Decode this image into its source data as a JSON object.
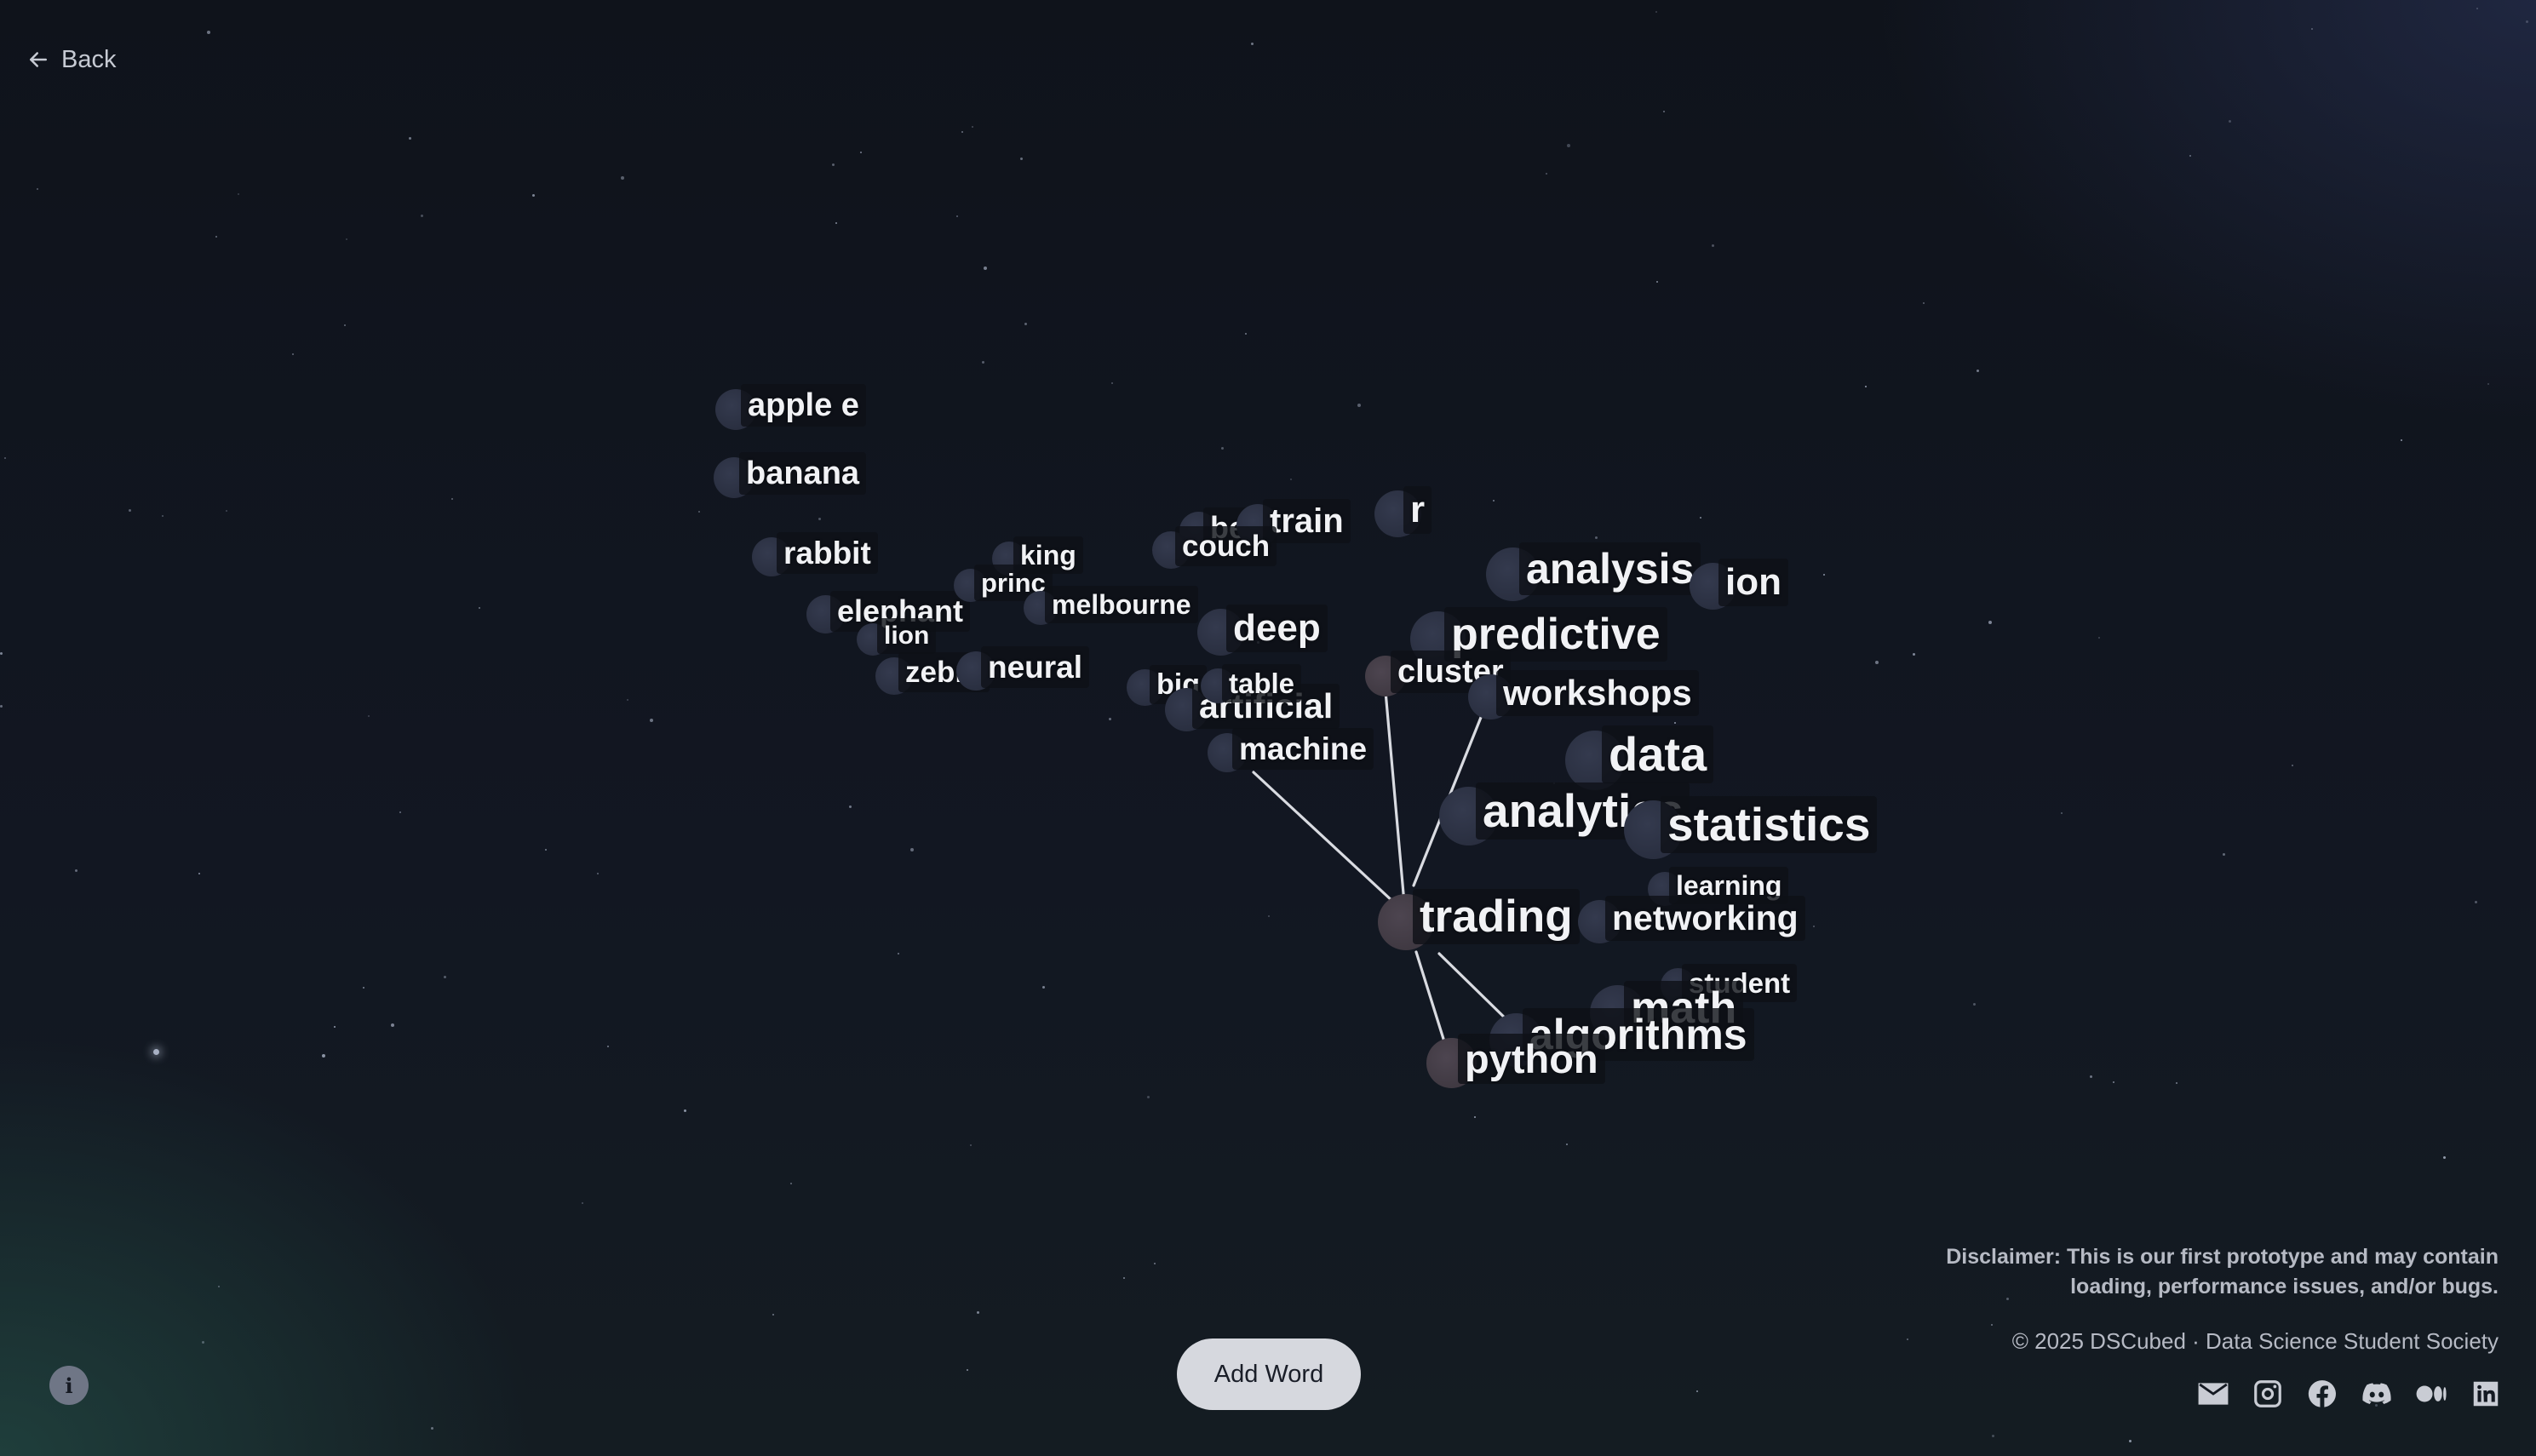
{
  "nav": {
    "back_label": "Back"
  },
  "words": [
    {
      "text": "apple e",
      "size": 38
    },
    {
      "text": "banana",
      "size": 38
    },
    {
      "text": "rabbit",
      "size": 37
    },
    {
      "text": "elephant",
      "size": 36
    },
    {
      "text": "lion",
      "size": 30
    },
    {
      "text": "zebra",
      "size": 35
    },
    {
      "text": "king",
      "size": 32
    },
    {
      "text": "princ",
      "size": 31
    },
    {
      "text": "melbourne",
      "size": 32
    },
    {
      "text": "neural",
      "size": 37
    },
    {
      "text": "bed",
      "size": 36
    },
    {
      "text": "train",
      "size": 40
    },
    {
      "text": "couch",
      "size": 35
    },
    {
      "text": "r",
      "size": 44
    },
    {
      "text": "deep",
      "size": 44
    },
    {
      "text": "big",
      "size": 34
    },
    {
      "text": "artificial",
      "size": 41
    },
    {
      "text": "table",
      "size": 33
    },
    {
      "text": "machine",
      "size": 37
    },
    {
      "text": "analysis",
      "size": 50
    },
    {
      "text": "ion",
      "size": 44
    },
    {
      "text": "predictive",
      "size": 52
    },
    {
      "text": "cluster",
      "size": 38
    },
    {
      "text": "workshops",
      "size": 42
    },
    {
      "text": "data",
      "size": 56
    },
    {
      "text": "analytics",
      "size": 55
    },
    {
      "text": "statistics",
      "size": 55
    },
    {
      "text": "learning",
      "size": 32
    },
    {
      "text": "trading",
      "size": 53
    },
    {
      "text": "networking",
      "size": 41
    },
    {
      "text": "student",
      "size": 33
    },
    {
      "text": "math",
      "size": 52
    },
    {
      "text": "algorithms",
      "size": 50
    },
    {
      "text": "python",
      "size": 47
    }
  ],
  "actions": {
    "add_word_label": "Add Word",
    "info_icon": "info-icon"
  },
  "footer": {
    "disclaimer_line1": "Disclaimer: This is our first prototype and may contain",
    "disclaimer_line2": "loading, performance issues, and/or bugs.",
    "copyright": "© 2025 DSCubed · Data Science Student Society",
    "socials": [
      "mail-icon",
      "instagram-icon",
      "facebook-icon",
      "discord-icon",
      "medium-icon",
      "linkedin-icon"
    ]
  },
  "colors": {
    "background": "#111620",
    "button": "#d6d8de",
    "edge": "#d9dbe1",
    "text": "#f1f2f5"
  }
}
